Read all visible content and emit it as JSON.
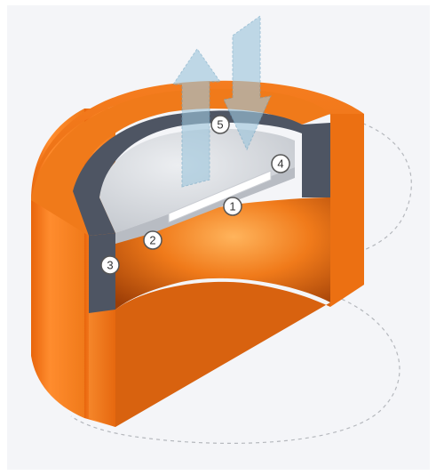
{
  "colors": {
    "background": "#f4f5f8",
    "orange_body": "#f07a1a",
    "orange_dark": "#c9530a",
    "orange_light": "#ff9a3c",
    "inner_rim": "#4e5563",
    "sensor_disc": "#d5d8dd",
    "sensor_slot": "#ffffff",
    "flow_arrows": "#9ec6dc",
    "dashed_outline": "#b5b8bd"
  },
  "callouts": [
    {
      "id": "1",
      "label": "1"
    },
    {
      "id": "2",
      "label": "2"
    },
    {
      "id": "3",
      "label": "3"
    },
    {
      "id": "4",
      "label": "4"
    },
    {
      "id": "5",
      "label": "5"
    }
  ],
  "icons": {
    "up_arrow": "flow-up-arrow-icon",
    "down_arrow": "flow-down-arrow-icon"
  }
}
